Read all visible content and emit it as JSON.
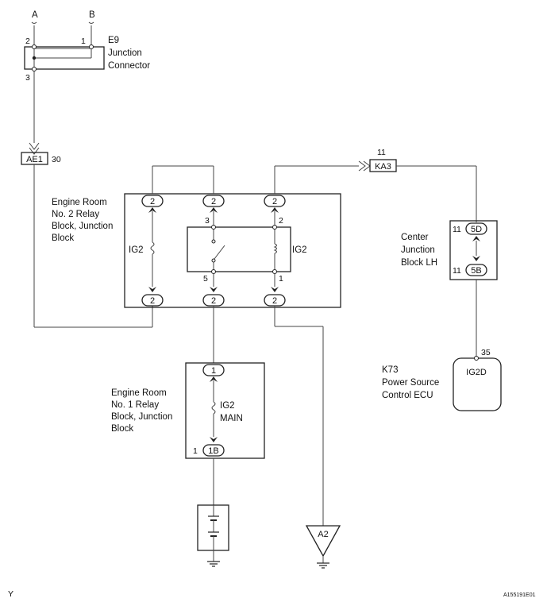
{
  "wires": {
    "a": "A",
    "b": "B"
  },
  "e9": {
    "id": "E9",
    "name_line1": "Junction",
    "name_line2": "Connector",
    "pin_top_left": "2",
    "pin_top_right": "1",
    "pin_bottom": "3"
  },
  "ae1": {
    "label": "AE1",
    "pin": "30"
  },
  "ka3": {
    "label": "KA3",
    "pin": "11"
  },
  "relay_block_2": {
    "name_line1": "Engine Room",
    "name_line2": "No. 2 Relay",
    "name_line3": "Block, Junction",
    "name_line4": "Block",
    "connector": "2",
    "fuse": "IG2",
    "relay": "IG2",
    "relay_pin_3": "3",
    "relay_pin_2": "2",
    "relay_pin_5": "5",
    "relay_pin_1": "1"
  },
  "center_jb": {
    "name_line1": "Center",
    "name_line2": "Junction",
    "name_line3": "Block LH",
    "top_connector": "5D",
    "bottom_connector": "5B",
    "top_pin": "11",
    "bottom_pin": "11"
  },
  "relay_block_1": {
    "name_line1": "Engine Room",
    "name_line2": "No. 1 Relay",
    "name_line3": "Block, Junction",
    "name_line4": "Block",
    "top_connector": "1",
    "bottom_connector": "1B",
    "bottom_pin": "1",
    "fuse_line1": "IG2",
    "fuse_line2": "MAIN"
  },
  "ecu": {
    "id": "K73",
    "name_line1": "Power Source",
    "name_line2": "Control ECU",
    "connector": "IG2D",
    "pin": "35"
  },
  "ground_point": "A2",
  "corner_left": "Y",
  "figure_code": "A155191E01"
}
